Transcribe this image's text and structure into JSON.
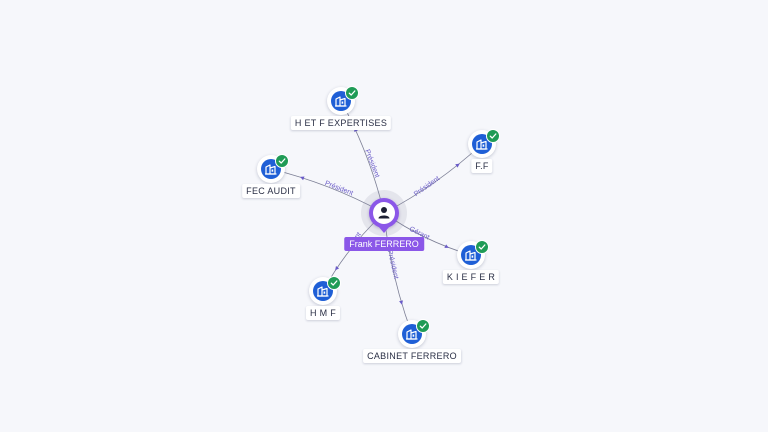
{
  "person": {
    "name": "Frank FERRERO",
    "icon": "user-icon",
    "color": "#8b57e8"
  },
  "companies": [
    {
      "id": "hetf",
      "label": "H ET F EXPERTISES",
      "relation": "Président",
      "icon": "building-icon",
      "verified": true
    },
    {
      "id": "ff",
      "label": "F.F",
      "relation": "Président",
      "icon": "building-icon",
      "verified": true
    },
    {
      "id": "fec",
      "label": "FEC AUDIT",
      "relation": "Président",
      "icon": "building-icon",
      "verified": true
    },
    {
      "id": "kiefer",
      "label": "K I E F E R",
      "relation": "Gérant",
      "icon": "building-icon",
      "verified": true
    },
    {
      "id": "hmf",
      "label": "H M F",
      "relation": "Gérant",
      "icon": "building-icon",
      "verified": true
    },
    {
      "id": "cabinet",
      "label": "CABINET FERRERO",
      "relation": "Président",
      "icon": "building-icon",
      "verified": true
    }
  ],
  "colors": {
    "company": "#1f5fd6",
    "verified": "#1f9b56",
    "edge": "#6a5bc8",
    "background": "#f6f7fb"
  }
}
